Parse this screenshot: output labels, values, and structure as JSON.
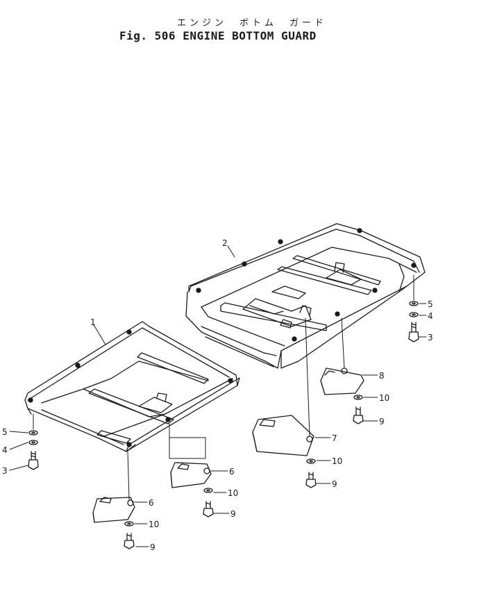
{
  "header": {
    "title_japanese": "エンジン　ボトム　ガード",
    "title_english": "Fig. 506   ENGINE BOTTOM GUARD"
  },
  "callouts": {
    "c1": "1",
    "c2": "2",
    "c3a": "3",
    "c3b": "3",
    "c4a": "4",
    "c4b": "4",
    "c5a": "5",
    "c5b": "5",
    "c6a": "6",
    "c6b": "6",
    "c7": "7",
    "c8": "8",
    "c9a": "9",
    "c9b": "9",
    "c9c": "9",
    "c9d": "9",
    "c10a": "10",
    "c10b": "10",
    "c10c": "10",
    "c10d": "10"
  },
  "colors": {
    "ink": "#1a1a1a",
    "paper": "#ffffff"
  }
}
